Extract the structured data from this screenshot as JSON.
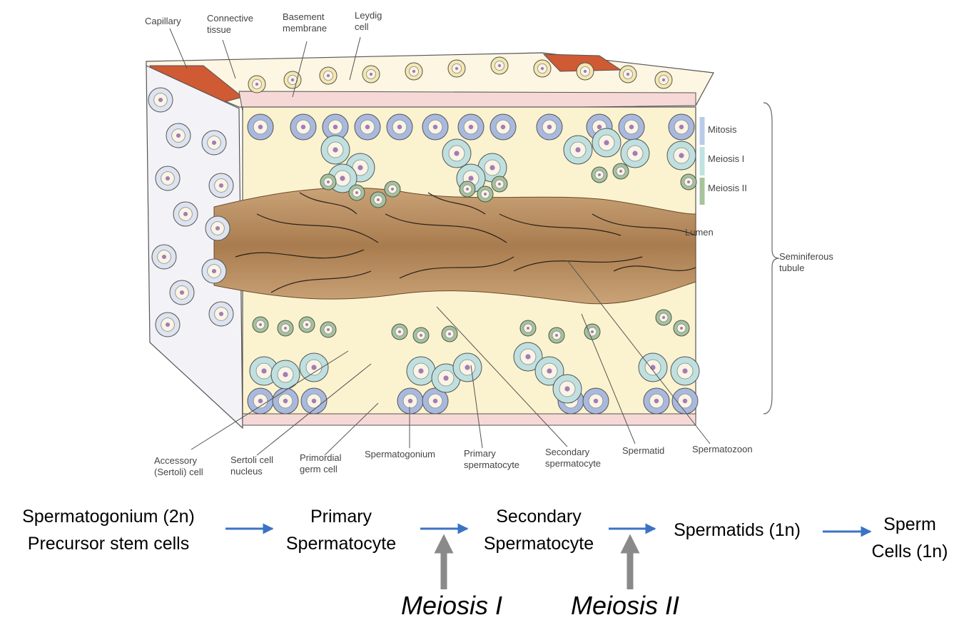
{
  "diagram": {
    "labels": {
      "capillary": "Capillary",
      "connective_tissue": "Connective\ntissue",
      "basement_membrane": "Basement\nmembrane",
      "leydig_cell": "Leydig\ncell",
      "mitosis": "Mitosis",
      "meiosis_1": "Meiosis I",
      "meiosis_2": "Meiosis II",
      "lumen": "Lumen",
      "seminiferous_tubule": "Seminiferous\ntubule",
      "accessory_sertoli_cell": "Accessory\n(Sertoli) cell",
      "sertoli_cell_nucleus": "Sertoli cell\nnucleus",
      "primordial_germ_cell": "Primordial\ngerm cell",
      "spermatogonium": "Spermatogonium",
      "primary_spermatocyte": "Primary\nspermatocyte",
      "secondary_spermatocyte": "Secondary\nspermatocyte",
      "spermatid": "Spermatid",
      "spermatozoon": "Spermatozoon"
    },
    "colors": {
      "cytoplasm": "#fbf3cf",
      "lumen": "#b58a5c",
      "capillary": "#cf5a33",
      "membrane": "#f6d9d6",
      "spermatogonium": "#a9b9de",
      "primary_spermatocyte": "#bfe0df",
      "secondary_spermatocyte": "#a4c39c",
      "mitosis_arrow": "#b9cbe8",
      "meiosis1_arrow": "#bfe3e0",
      "meiosis2_arrow": "#a7c39c"
    }
  },
  "flow": {
    "stages": [
      "Spermatogonium (2n)\nPrecursor stem cells",
      "Primary\nSpermatocyte",
      "Secondary\nSpermatocyte",
      "Spermatids (1n)",
      "Sperm\nCells (1n)"
    ],
    "divisions": [
      "Meiosis I",
      "Meiosis II"
    ],
    "colors": {
      "flow_arrow": "#3b73c4",
      "division_arrow": "#8a8a8a"
    }
  }
}
